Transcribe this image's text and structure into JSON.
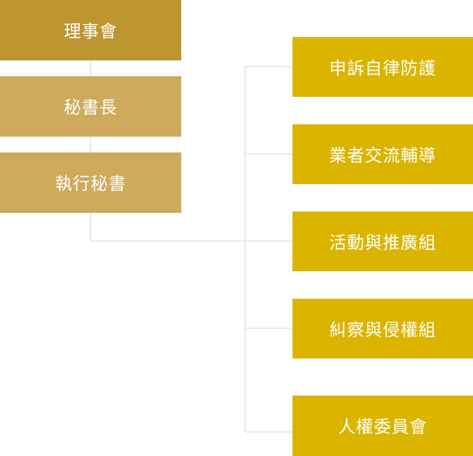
{
  "colors": {
    "chair": "#bd9631",
    "secretariat": "#cdaa5c",
    "department": "#dbb400",
    "connector": "#d3d3d3",
    "text": "#ffffff"
  },
  "hierarchy": {
    "chair": "理事會",
    "secretary_general": "秘書長",
    "executive_secretary": "執行秘書"
  },
  "departments": [
    "申訴自律防護",
    "業者交流輔導",
    "活動與推廣組",
    "糾察與侵權組",
    "人權委員會"
  ]
}
